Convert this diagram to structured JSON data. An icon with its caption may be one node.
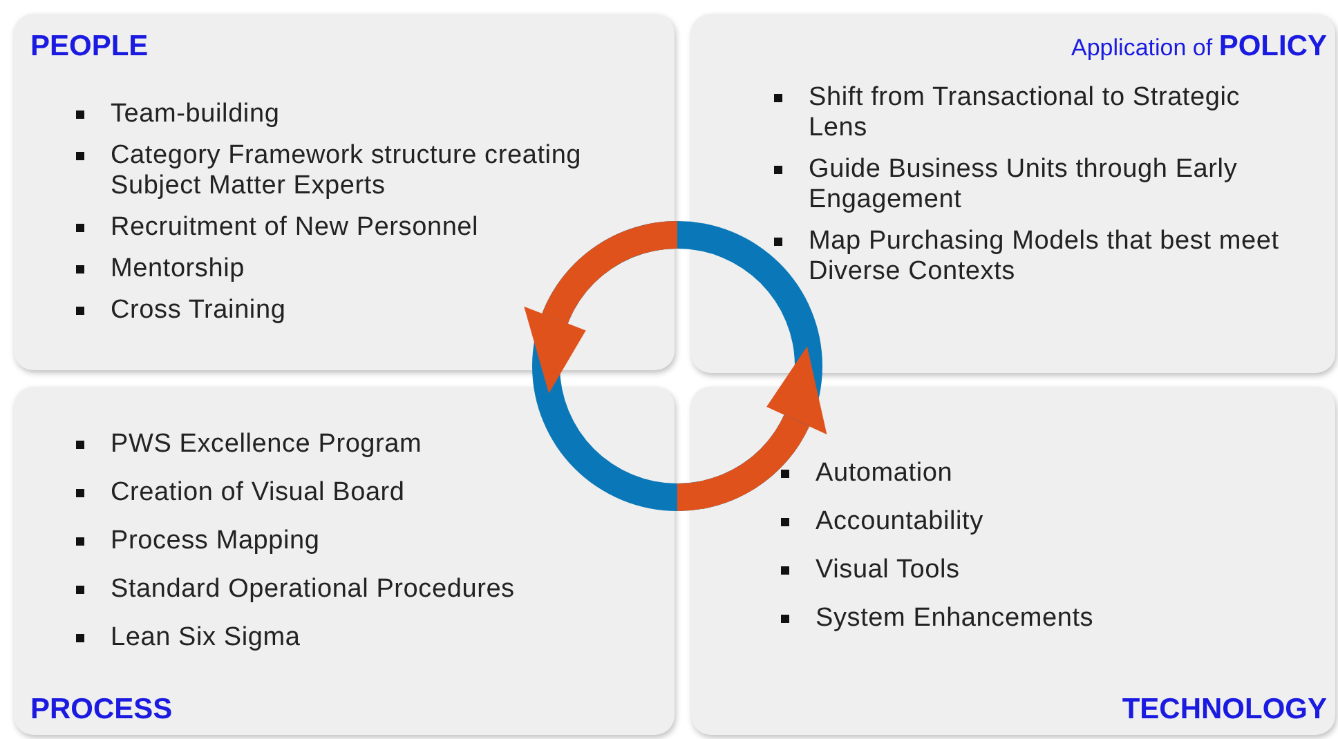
{
  "diagram": {
    "nodes": [
      {
        "text": [
          "PEOPLE",
          "Team-building",
          "Category Framework structure creating Subject Matter Experts",
          "Recruitment of New Personnel",
          "Mentorship",
          "Cross Training"
        ]
      },
      {
        "text": [
          "Application of **POLICY**",
          "Shift from Transactional to Strategic Lens",
          "Guide Business Units through Early Engagement",
          "Map Purchasing Models that best meet Diverse Contexts"
        ]
      },
      {
        "text": [
          "PROCESS",
          "PWS Excellence Program",
          "Creation of Visual Board",
          "Process Mapping",
          "Standard Operational Procedures",
          "Lean Six Sigma"
        ]
      },
      {
        "text": [
          "TECHNOLOGY",
          "Automation",
          "Accountability",
          "Visual Tools",
          "System Enhancements"
        ]
      }
    ]
  }
}
